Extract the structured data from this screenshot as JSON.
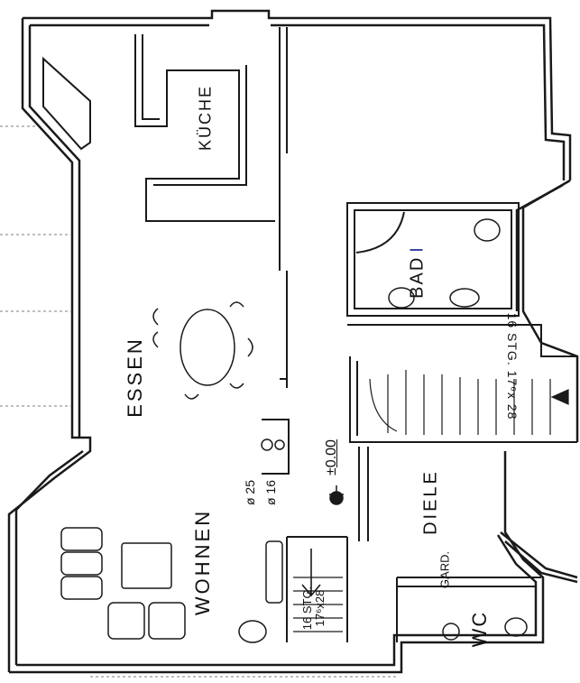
{
  "plan": {
    "rooms": {
      "kitchen": "KÜCHE",
      "dining": "ESSEN",
      "living": "WOHNEN",
      "hall": "DIELE",
      "bath": "BAD",
      "bath_numeral": "I",
      "wc": "WC",
      "wardrobe": "GARD."
    },
    "stairs": {
      "main": "16 STG. 17⁶x 28",
      "small_line1": "16 STG.",
      "small_line2": "17⁶x28"
    },
    "level": {
      "prefix": "±",
      "value": "0.00"
    },
    "chimney": {
      "d1": "ø 25",
      "d2": "ø 16"
    }
  },
  "colors": {
    "wall": "#1a1a1a",
    "ink": "#111111",
    "background": "#ffffff",
    "bath_numeral": "#2a3a9a"
  }
}
